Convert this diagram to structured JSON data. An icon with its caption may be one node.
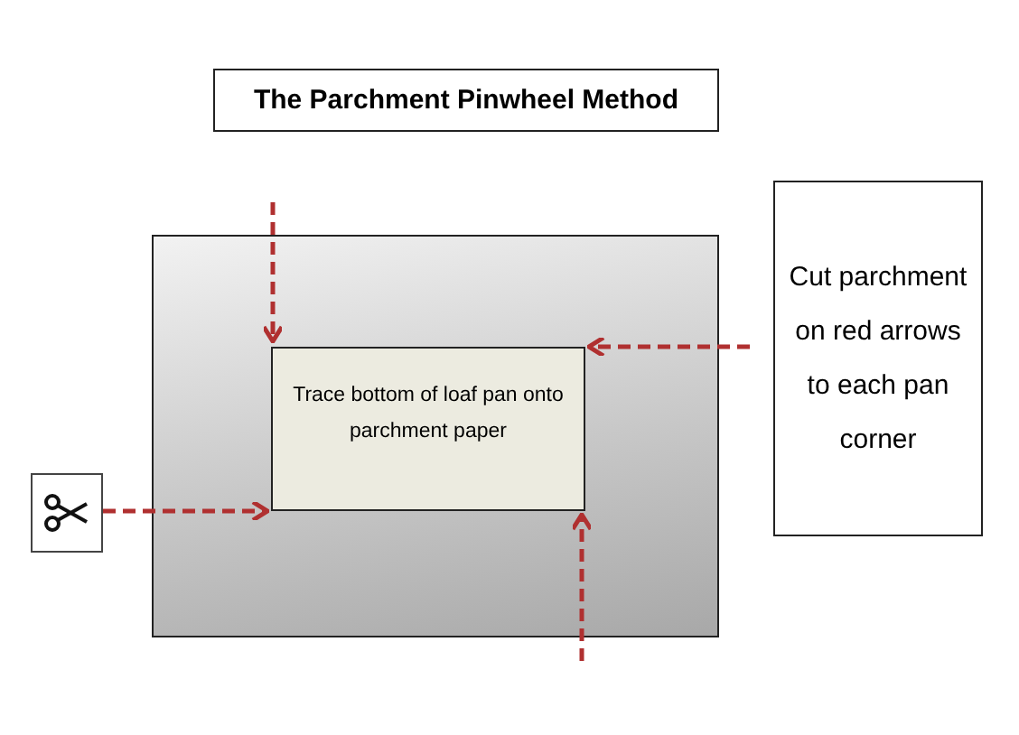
{
  "diagram": {
    "title": "The Parchment Pinwheel Method",
    "nodes": [
      {
        "text": [],
        "shape": "box"
      },
      {
        "text": [
          "Trace bottom of loaf pan onto parchment paper"
        ],
        "in": 0
      },
      {
        "text": [
          "Cut parchment on red arrows to each pan corner"
        ]
      },
      {
        "text": [],
        "shape": "scissors"
      }
    ],
    "edges": [
      {
        "from": null,
        "to": 1,
        "arrow": "to",
        "style": "dashed",
        "color": "#b03030"
      },
      {
        "from": null,
        "to": 1,
        "arrow": "to",
        "style": "dashed",
        "color": "#b03030"
      },
      {
        "from": null,
        "to": 1,
        "arrow": "to",
        "style": "dashed",
        "color": "#b03030"
      },
      {
        "from": 3,
        "to": 1,
        "arrow": "to",
        "style": "dashed",
        "color": "#b03030"
      }
    ]
  }
}
